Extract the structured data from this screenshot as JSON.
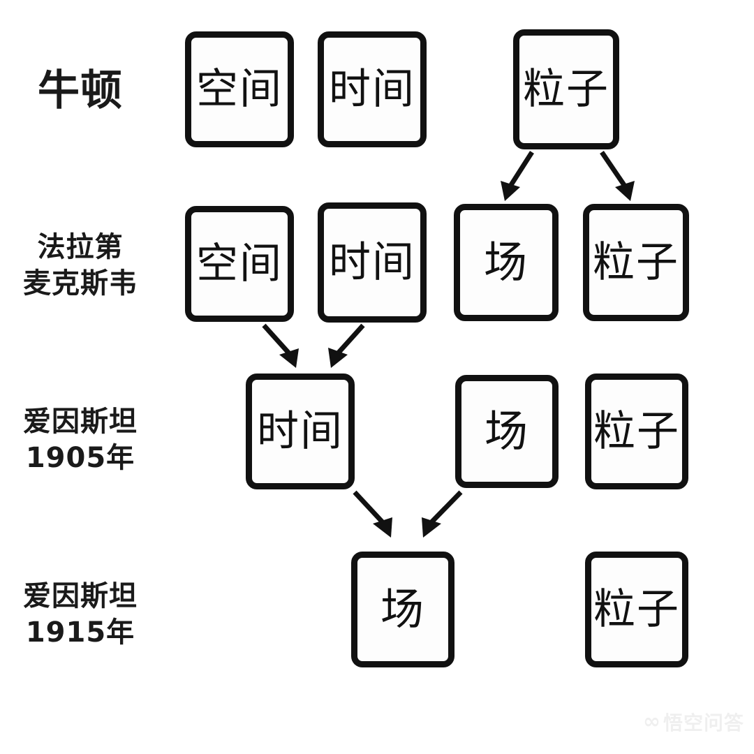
{
  "diagram": {
    "title_semantics": "physics-unification-history-diagram",
    "background_color": "#ffffff",
    "box_border_color": "#111111",
    "box_fill_color": "#fdfdfd",
    "arrow_color": "#111111",
    "rows": [
      {
        "id": "newton",
        "label_lines": [
          "牛顿"
        ],
        "nodes": [
          {
            "id": "r1-space",
            "text": "空间"
          },
          {
            "id": "r1-time",
            "text": "时间"
          },
          {
            "id": "r1-particle",
            "text": "粒子"
          }
        ]
      },
      {
        "id": "faraday-maxwell",
        "label_lines": [
          "法拉第",
          "麦克斯韦"
        ],
        "nodes": [
          {
            "id": "r2-space",
            "text": "空间"
          },
          {
            "id": "r2-time",
            "text": "时间"
          },
          {
            "id": "r2-field",
            "text": "场"
          },
          {
            "id": "r2-particle",
            "text": "粒子"
          }
        ]
      },
      {
        "id": "einstein-1905",
        "label_lines": [
          "爱因斯坦",
          "1905年"
        ],
        "nodes": [
          {
            "id": "r3-spacetime",
            "text": "时间"
          },
          {
            "id": "r3-field",
            "text": "场"
          },
          {
            "id": "r3-particle",
            "text": "粒子"
          }
        ]
      },
      {
        "id": "einstein-1915",
        "label_lines": [
          "爱因斯坦",
          "1915年"
        ],
        "nodes": [
          {
            "id": "r4-field",
            "text": "场"
          },
          {
            "id": "r4-particle",
            "text": "粒子"
          }
        ]
      }
    ],
    "edges": [
      {
        "id": "e1",
        "from": "r1-particle",
        "to": "r2-field"
      },
      {
        "id": "e2",
        "from": "r1-particle",
        "to": "r2-particle"
      },
      {
        "id": "e3",
        "from": "r2-space",
        "to": "r3-spacetime"
      },
      {
        "id": "e4",
        "from": "r2-time",
        "to": "r3-spacetime"
      },
      {
        "id": "e5",
        "from": "r3-spacetime",
        "to": "r4-field"
      },
      {
        "id": "e6",
        "from": "r3-field",
        "to": "r4-field"
      }
    ]
  },
  "watermark": {
    "logo_glyph": "∞",
    "text": "悟空问答"
  }
}
